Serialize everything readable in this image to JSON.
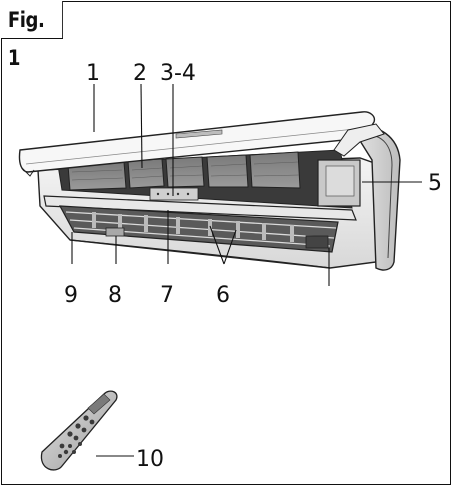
{
  "figure_label": "Fig. 1",
  "callouts": {
    "c1": "1",
    "c2": "2",
    "c34": "3-4",
    "c5": "5",
    "c6": "6",
    "c7": "7",
    "c8": "8",
    "c9": "9",
    "c10": "10"
  }
}
